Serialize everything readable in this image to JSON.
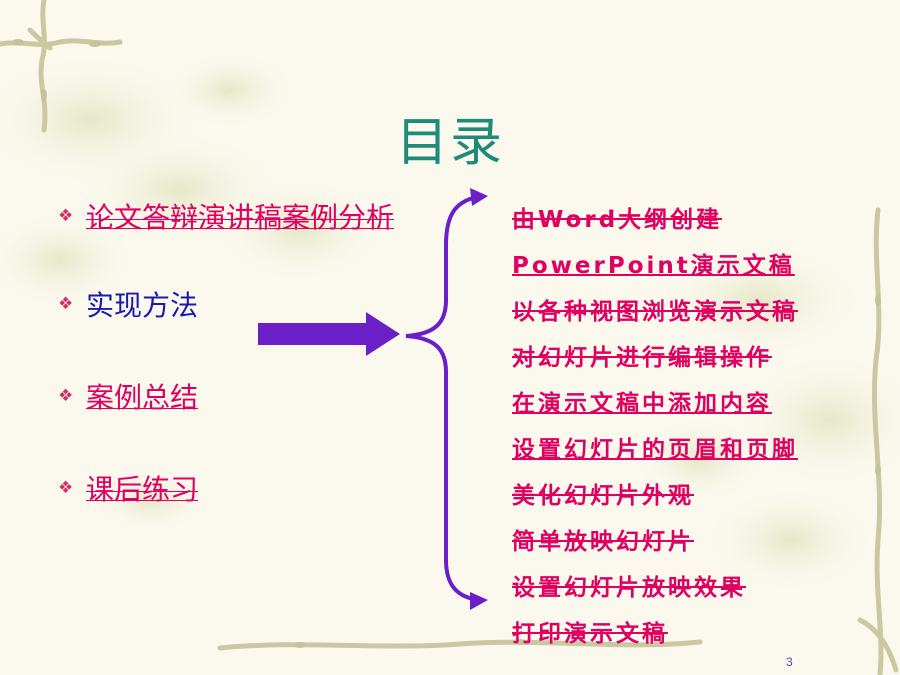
{
  "slide": {
    "title": "目录",
    "page_number": "3"
  },
  "menu": {
    "items": [
      {
        "label": "论文答辩演讲稿案例分析"
      },
      {
        "label": "实现方法"
      },
      {
        "label": "案例总结"
      },
      {
        "label": "课后练习"
      }
    ]
  },
  "submenu": {
    "items": [
      {
        "label": "由Word大纲创建"
      },
      {
        "label": "PowerPoint演示文稿"
      },
      {
        "label": "以各种视图浏览演示文稿"
      },
      {
        "label": "对幻灯片进行编辑操作"
      },
      {
        "label": "在演示文稿中添加内容"
      },
      {
        "label": "设置幻灯片的页眉和页脚"
      },
      {
        "label": "美化幻灯片外观"
      },
      {
        "label": "简单放映幻灯片"
      },
      {
        "label": "设置幻灯片放映效果"
      },
      {
        "label": "打印演示文稿"
      }
    ]
  },
  "colors": {
    "title": "#1e8a7a",
    "link": "#e0005f",
    "active": "#1a1ab0",
    "arrow": "#6a1fc8",
    "brace": "#6a1fc8",
    "vine": "#c8c89a"
  },
  "icons": {
    "bullet": "diamond-bullet-icon",
    "arrow": "right-arrow-icon",
    "brace": "curly-brace-icon"
  }
}
